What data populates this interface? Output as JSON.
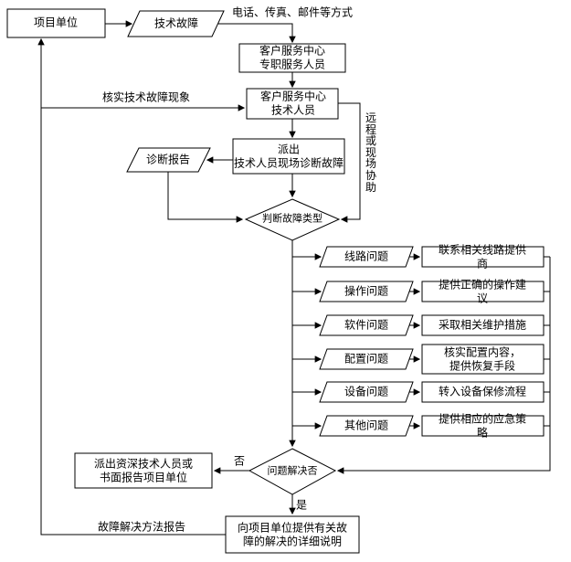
{
  "flow": {
    "project_unit": "项目单位",
    "tech_fault": "技术故障",
    "contact_methods": "电话、传真、邮件等方式",
    "service_staff": "客户服务中心\n专职服务人员",
    "tech_staff": "客户服务中心\n技术人员",
    "verify_label": "核实技术故障现象",
    "dispatch": "派出\n技术人员现场诊断故障",
    "diagnosis_report": "诊断报告",
    "assist_label": "远程或现场协助",
    "decision_type": "判断故障类型",
    "problems": [
      "线路问题",
      "操作问题",
      "软件问题",
      "配置问题",
      "设备问题",
      "其他问题"
    ],
    "solutions": [
      "联系相关线路提供商",
      "提供正确的操作建议",
      "采取相关维护措施",
      "核实配置内容，\n提供恢复手段",
      "转入设备保修流程",
      "提供相应的应急策略"
    ],
    "decision_solved": "问题解决否",
    "no_label": "否",
    "yes_label": "是",
    "escalate": "派出资深技术人员或\n书面报告项目单位",
    "final_report": "向项目单位提供有关故\n障的解决的详细说明",
    "report_label": "故障解决方法报告",
    "colors": {
      "line": "#000000",
      "background": "#ffffff",
      "box_fill": "#ffffff"
    }
  }
}
